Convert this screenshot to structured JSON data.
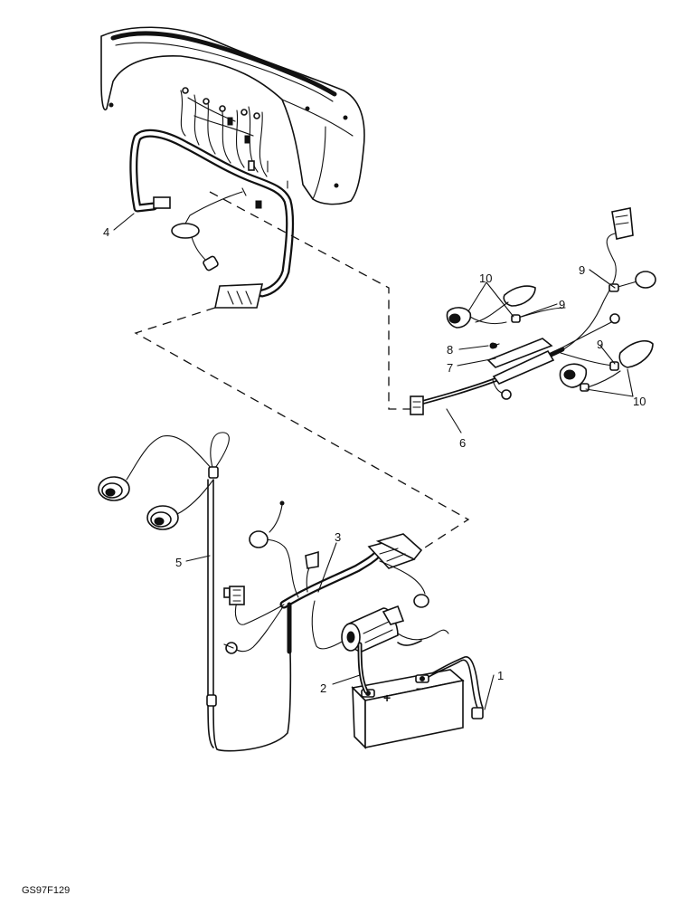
{
  "callouts": {
    "c1": "1",
    "c2": "2",
    "c3": "3",
    "c4": "4",
    "c5": "5",
    "c6": "6",
    "c7": "7",
    "c8": "8",
    "c9a": "9",
    "c9b": "9",
    "c9c": "9",
    "c10a": "10",
    "c10b": "10"
  },
  "battery_symbols": {
    "plus": "+",
    "minus": "−"
  },
  "figure_code": "GS97F129"
}
